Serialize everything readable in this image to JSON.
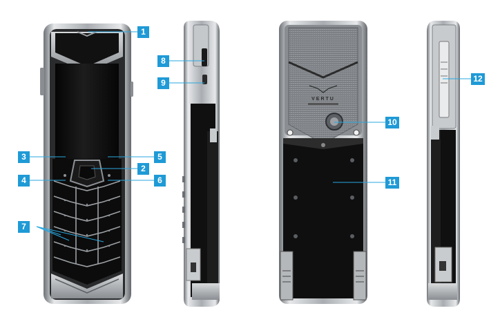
{
  "brand_logo": "VERTU",
  "callouts": [
    {
      "label": "1"
    },
    {
      "label": "2"
    },
    {
      "label": "3"
    },
    {
      "label": "4"
    },
    {
      "label": "5"
    },
    {
      "label": "6"
    },
    {
      "label": "7"
    },
    {
      "label": "8"
    },
    {
      "label": "9"
    },
    {
      "label": "10"
    },
    {
      "label": "11"
    },
    {
      "label": "12"
    }
  ],
  "colors": {
    "callout_blue": "#1f9ad6",
    "phone_black": "#0e0e0e",
    "steel": "#b9bcc0"
  }
}
